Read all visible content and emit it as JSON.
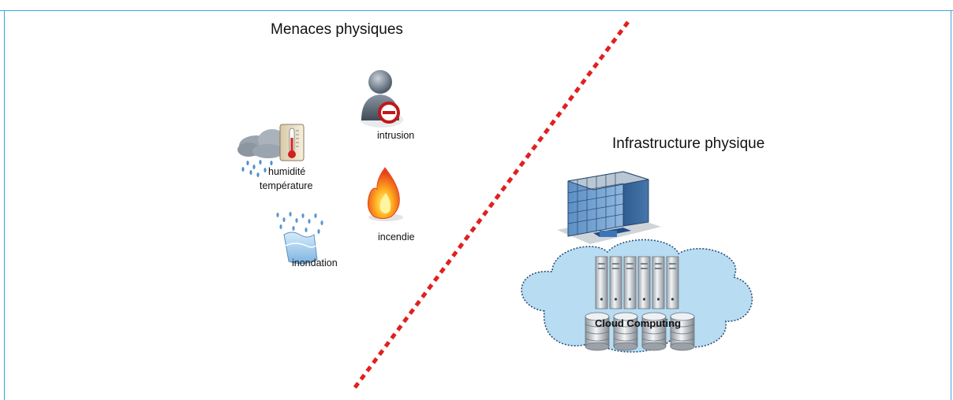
{
  "diagram": {
    "left_title": "Menaces physiques",
    "right_title": "Infrastructure physique",
    "threats": {
      "humidity_line1": "humidité",
      "humidity_line2": "température",
      "intrusion": "intrusion",
      "fire": "incendie",
      "flood": "inondation"
    },
    "cloud_label": "Cloud Computing"
  },
  "colors": {
    "frame": "#3aa6d8",
    "divider": "#e02020",
    "cloud_fill": "#b8dcf2",
    "cloud_stroke": "#2a4f78"
  },
  "icons": [
    "cloud-rain-icon",
    "thermometer-icon",
    "intruder-icon",
    "no-entry-icon",
    "fire-icon",
    "flood-icon",
    "office-building-icon",
    "server-rack-icon",
    "database-icon",
    "cloud-icon"
  ]
}
